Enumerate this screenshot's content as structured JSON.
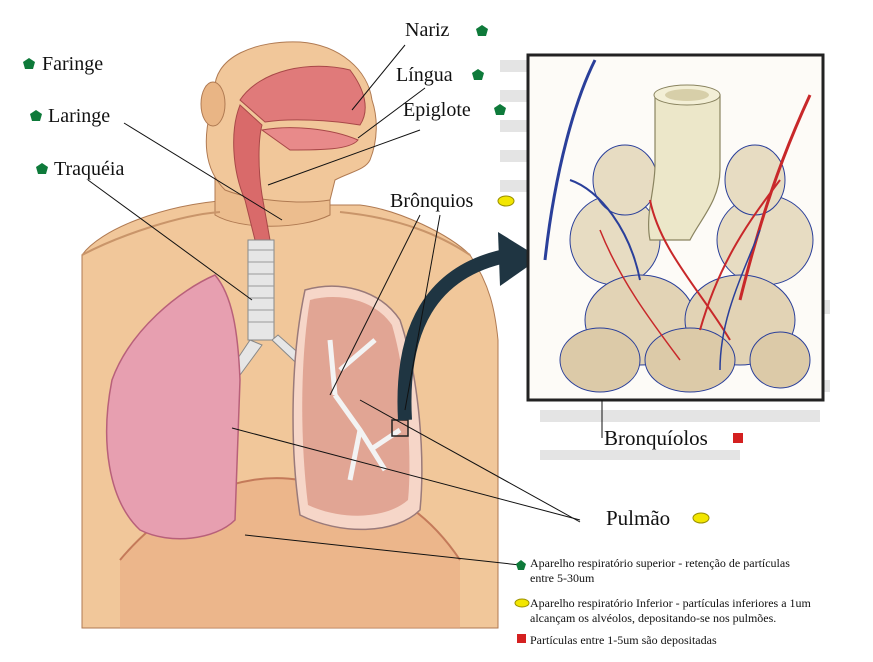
{
  "labels": {
    "nariz": "Nariz",
    "faringe": "Faringe",
    "lingua": "Língua",
    "laringe": "Laringe",
    "epiglote": "Epiglote",
    "traqueia": "Traquéia",
    "bronquios": "Brônquios",
    "bronquiolos": "Bronquíolos",
    "pulmao": "Pulmão"
  },
  "legend": {
    "superior_line1": "Aparelho respiratório superior - retenção de partículas",
    "superior_line2": "entre 5-30um",
    "inferior_line1": "Aparelho respiratório Inferior - partículas inferiores a 1um",
    "inferior_line2": "alcançam os alvéolos, depositando-se nos pulmões.",
    "particulas": "Partículas entre 1-5um são depositadas"
  },
  "colors": {
    "marker_green": "#0e7a3a",
    "marker_yellow": "#f2e600",
    "marker_red": "#d42020",
    "skin": "#f1c79a",
    "lung": "#e79fb0",
    "artery": "#c8282a",
    "vein": "#2a3f9a"
  },
  "icons": {
    "green": "pentagon-marker",
    "yellow": "ellipse-marker",
    "red": "square-marker"
  }
}
